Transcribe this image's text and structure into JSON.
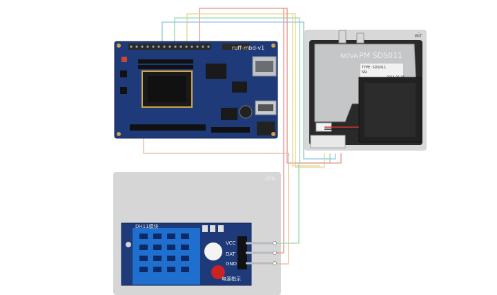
{
  "cards": {
    "air_tag": "air",
    "dht_tag": "dht"
  },
  "board": {
    "silkscreen": "ruff-mbd-v1"
  },
  "pm_sensor": {
    "brand": "NOVA",
    "model": "PM  SDS011",
    "label_line1": "TYPE: SDS011",
    "label_line2": "SN:",
    "label_line3": "2016-06-06"
  },
  "dht_module": {
    "title": "DH11模块",
    "pin_vcc": "VCC",
    "pin_dat": "DAT",
    "pin_gnd": "GND",
    "power_label": "电源指示"
  },
  "colors": {
    "pcb_blue": "#1e3a78",
    "wire_red": "#e8908a",
    "wire_yellow": "#e8d48a",
    "wire_green": "#9cd8a8",
    "wire_blue": "#8cc4e6"
  }
}
